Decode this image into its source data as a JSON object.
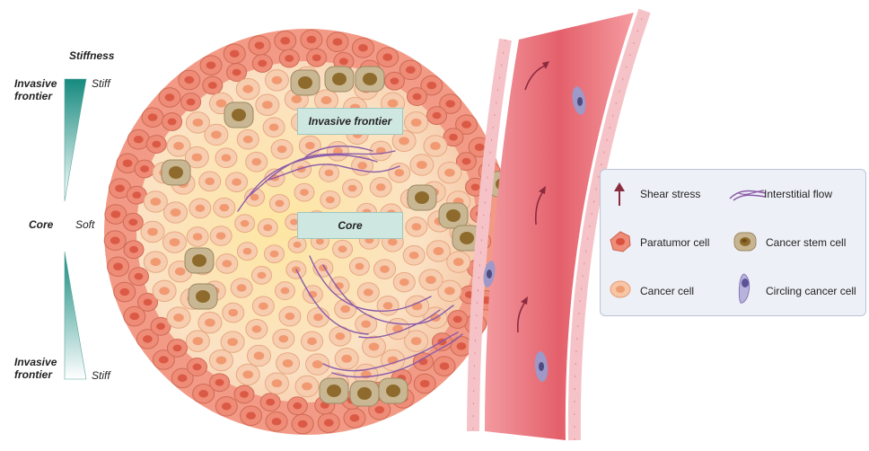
{
  "stiffness_scale": {
    "title": "Stiffness",
    "top_region": "Invasive frontier",
    "middle_region": "Core",
    "bottom_region": "Invasive frontier",
    "top_value": "Stiff",
    "middle_value": "Soft",
    "bottom_value": "Stiff",
    "color": "#1a9a8c"
  },
  "tumor": {
    "frontier_label": "Invasive frontier",
    "core_label": "Core"
  },
  "legend": {
    "shear_stress": "Shear stress",
    "interstitial_flow": "Interstitial flow",
    "paratumor_cell": "Paratumor cell",
    "cancer_stem_cell": "Cancer stem cell",
    "cancer_cell": "Cancer cell",
    "circling_cancer_cell": "Circling cancer cell"
  },
  "colors": {
    "paratumor": "#ee8c78",
    "cancer": "#f6c6a6",
    "stem": "#c7b591",
    "vessel": "#e86d77",
    "flow": "#8a5aa8",
    "arrow": "#8a2b3e"
  }
}
